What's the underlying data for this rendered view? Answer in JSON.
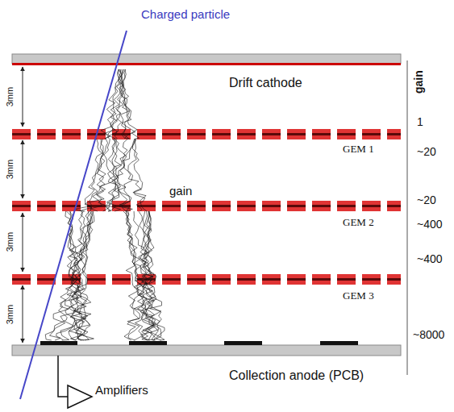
{
  "diagram": {
    "labels": [
      "Charged particle",
      "gain",
      "Drift cathode",
      "3mm",
      "1",
      "GEM 1",
      "~20",
      "3mm",
      "gain",
      "~20",
      "GEM 2",
      "~400",
      "3mm",
      "~400",
      "GEM 3",
      "3mm",
      "~8000",
      "Collection anode (PCB)",
      "Amplifiers"
    ]
  }
}
